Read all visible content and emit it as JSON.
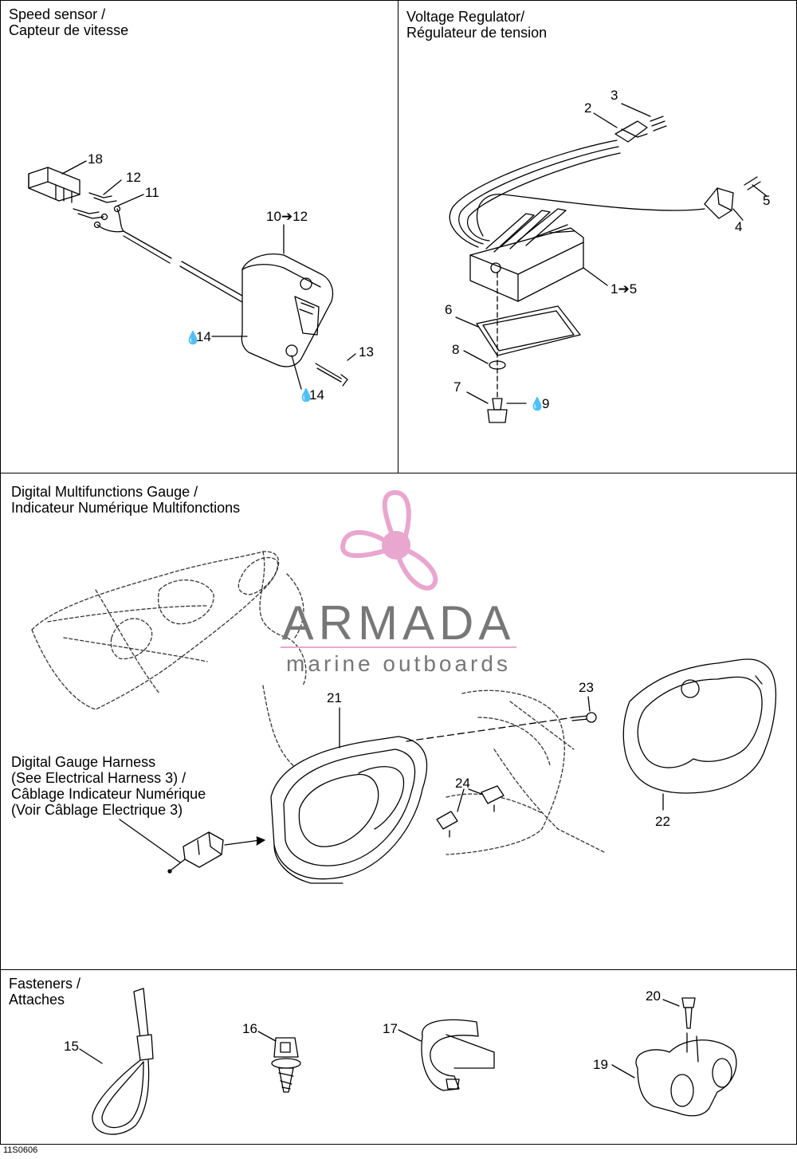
{
  "panels": {
    "speed_sensor": {
      "title": "Speed sensor /\nCapteur de vitesse",
      "callouts": [
        "18",
        "12",
        "11",
        "10➔12",
        "14",
        "13",
        "14"
      ]
    },
    "voltage_regulator": {
      "title": "Voltage Regulator/\nRégulateur de tension",
      "callouts": [
        "3",
        "2",
        "5",
        "4",
        "1➔5",
        "6",
        "8",
        "7",
        "9"
      ]
    },
    "digital_gauge": {
      "title": "Digital Multifunctions Gauge /\nIndicateur Numérique Multifonctions",
      "harness_label": "Digital Gauge Harness\n(See Electrical Harness 3) /\nCâblage Indicateur Numérique\n(Voir Câblage Electrique 3)",
      "callouts": [
        "21",
        "23",
        "24",
        "22"
      ]
    },
    "fasteners": {
      "title": "Fasteners /\nAttaches",
      "callouts": [
        "15",
        "16",
        "17",
        "20",
        "19"
      ]
    }
  },
  "watermark": {
    "brand": "ARMADA",
    "tagline": "marine outboards",
    "color": "#e9a6cf"
  },
  "footer_code": "11S0606"
}
